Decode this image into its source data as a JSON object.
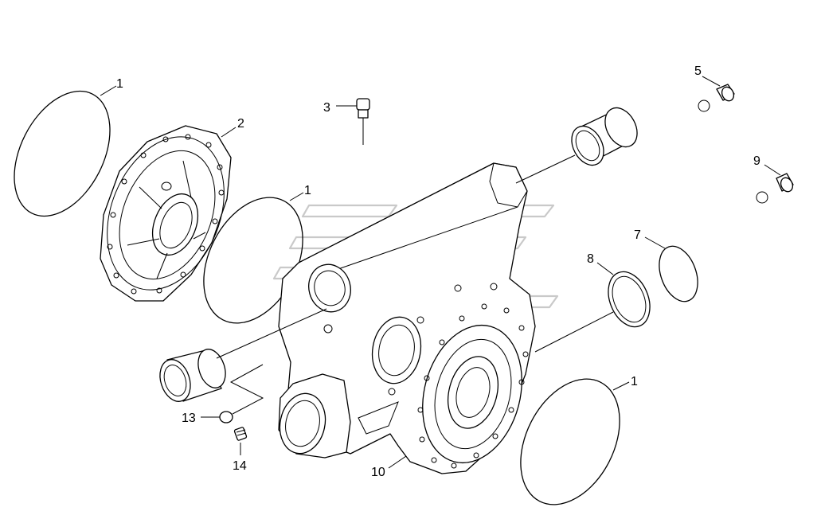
{
  "diagram": {
    "callouts": [
      {
        "id": "c1a",
        "text": "1"
      },
      {
        "id": "c2",
        "text": "2"
      },
      {
        "id": "c1b",
        "text": "1"
      },
      {
        "id": "c3",
        "text": "3"
      },
      {
        "id": "c5",
        "text": "5"
      },
      {
        "id": "c9",
        "text": "9"
      },
      {
        "id": "c7",
        "text": "7"
      },
      {
        "id": "c8",
        "text": "8"
      },
      {
        "id": "c1c",
        "text": "1"
      },
      {
        "id": "c10",
        "text": "10"
      },
      {
        "id": "c13",
        "text": "13"
      },
      {
        "id": "c14",
        "text": "14"
      }
    ],
    "parts": [
      {
        "number": "1",
        "icon": "o-ring-seal-icon"
      },
      {
        "number": "2",
        "icon": "flange-cover-icon"
      },
      {
        "number": "3",
        "icon": "breather-plug-icon"
      },
      {
        "number": "5",
        "icon": "plug-with-washer-icon"
      },
      {
        "number": "7",
        "icon": "retaining-ring-icon"
      },
      {
        "number": "8",
        "icon": "bushing-ring-icon"
      },
      {
        "number": "9",
        "icon": "plug-with-washer-icon"
      },
      {
        "number": "10",
        "icon": "axle-housing-icon"
      },
      {
        "number": "13",
        "icon": "cap-plug-icon"
      },
      {
        "number": "14",
        "icon": "set-screw-icon"
      }
    ]
  }
}
